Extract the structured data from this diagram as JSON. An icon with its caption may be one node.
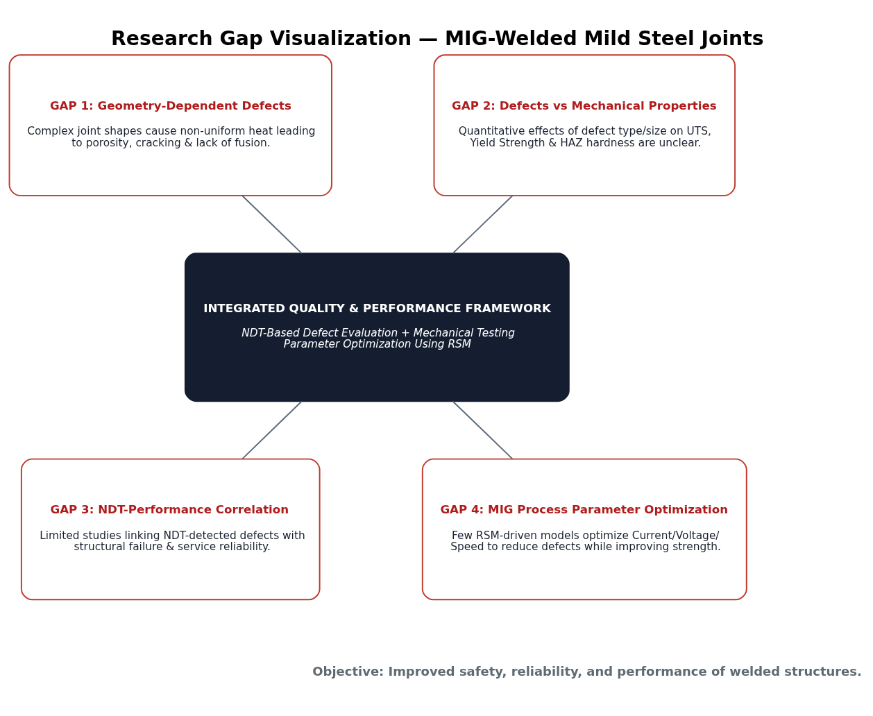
{
  "diagram": {
    "title": "Research Gap Visualization — MIG-Welded Mild Steel Joints",
    "caption": "Objective: Improved safety, reliability, and performance of welded structures.",
    "nodes": [
      {
        "text": [
          "GAP 1: Geometry-Dependent Defects",
          "Complex joint shapes cause non-uniform heat leading to porosity, cracking & lack of fusion."
        ]
      },
      {
        "text": [
          "GAP 2: Defects vs Mechanical Properties",
          "Quantitative effects of defect type/size on UTS, Yield Strength & HAZ hardness are unclear."
        ]
      },
      {
        "text": [
          "INTEGRATED QUALITY & PERFORMANCE FRAMEWORK",
          "NDT-Based Defect Evaluation + Mechanical Testing Parameter Optimization Using RSM"
        ]
      },
      {
        "text": [
          "GAP 3: NDT-Performance Correlation",
          "Limited studies linking NDT-detected defects with structural failure & service reliability."
        ]
      },
      {
        "text": [
          "GAP 4: MIG Process Parameter Optimization",
          "Few RSM-driven models optimize Current/Voltage/ Speed to reduce defects while improving strength."
        ]
      }
    ],
    "edges": [
      {
        "from": 0,
        "to": 2,
        "arrow": "none"
      },
      {
        "from": 1,
        "to": 2,
        "arrow": "none"
      },
      {
        "from": 2,
        "to": 3,
        "arrow": "none"
      },
      {
        "from": 2,
        "to": 4,
        "arrow": "none"
      }
    ]
  }
}
